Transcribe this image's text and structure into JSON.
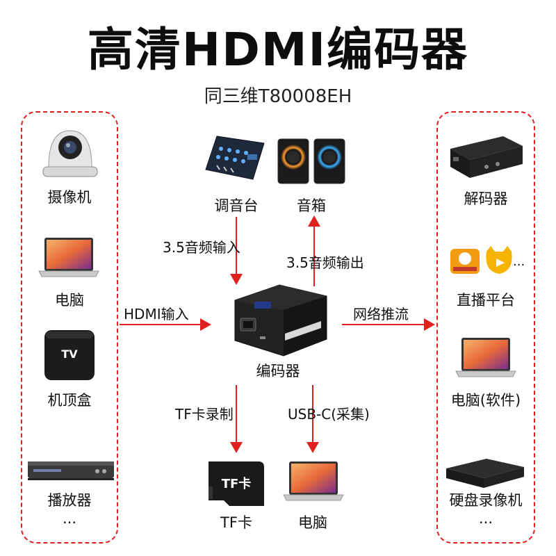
{
  "title": "高清HDMI编码器",
  "model": "同三维T80008EH",
  "inputs": {
    "camera": "摄像机",
    "computer": "电脑",
    "tvbox": "机顶盒",
    "tvbox_badge": "TV",
    "player": "播放器",
    "more": "..."
  },
  "top": {
    "mixer": "调音台",
    "speaker": "音箱",
    "audio_in": "3.5音频输入",
    "audio_out": "3.5音频输出"
  },
  "center": {
    "encoder": "编码器",
    "hdmi_in": "HDMI输入",
    "stream": "网络推流"
  },
  "bottom": {
    "tf_record": "TF卡录制",
    "usbc": "USB-C(采集)",
    "tf_card": "TF卡",
    "tf_card_badge": "TF卡",
    "computer": "电脑"
  },
  "outputs": {
    "decoder": "解码器",
    "live_more": "...",
    "live": "直播平台",
    "computer_sw": "电脑(软件)",
    "nvr": "硬盘录像机",
    "more": "..."
  },
  "colors": {
    "arrow": "#e0201e",
    "device": "#1a1a1a",
    "laptop_screen": "#e86a3a"
  }
}
